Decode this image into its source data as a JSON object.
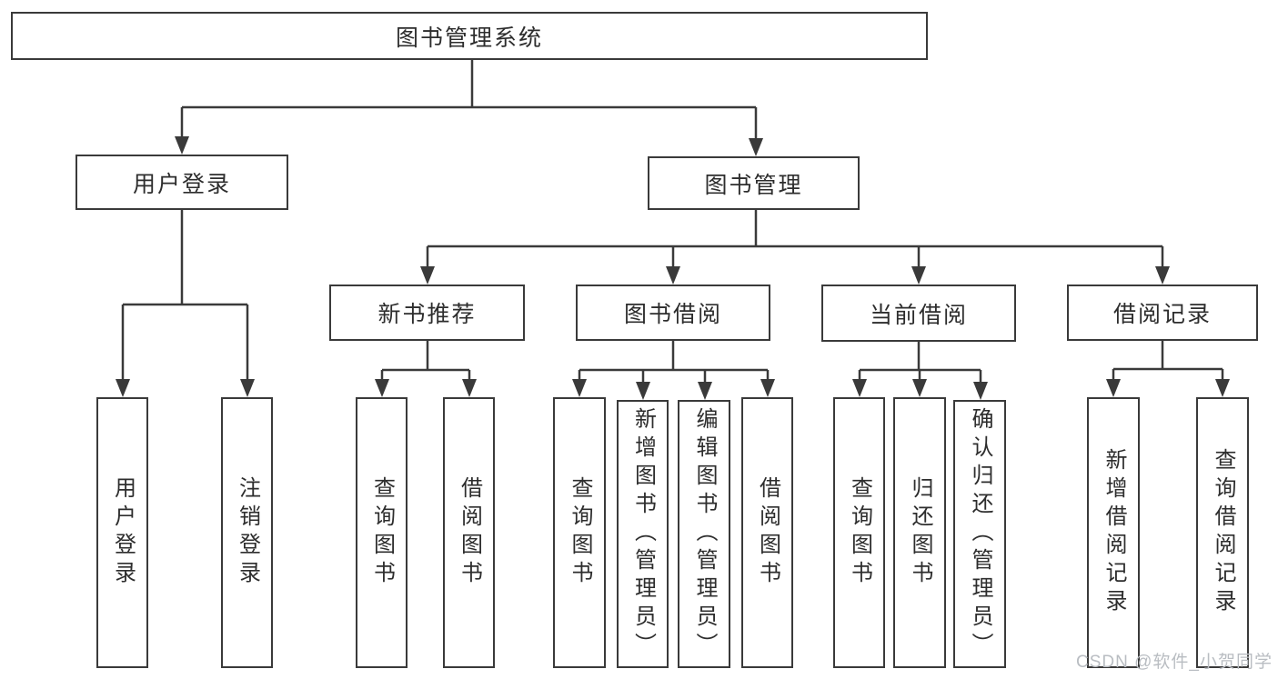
{
  "tree": {
    "root": {
      "label": "图书管理系统"
    },
    "branches": [
      {
        "label": "用户登录",
        "leaves": [
          {
            "label": "用户登录"
          },
          {
            "label": "注销登录"
          }
        ]
      },
      {
        "label": "图书管理",
        "groups": [
          {
            "label": "新书推荐",
            "leaves": [
              {
                "label": "查询图书"
              },
              {
                "label": "借阅图书"
              }
            ]
          },
          {
            "label": "图书借阅",
            "leaves": [
              {
                "label": "查询图书"
              },
              {
                "label": "新增图书（管理员）"
              },
              {
                "label": "编辑图书（管理员）"
              },
              {
                "label": "借阅图书"
              }
            ]
          },
          {
            "label": "当前借阅",
            "leaves": [
              {
                "label": "查询图书"
              },
              {
                "label": "归还图书"
              },
              {
                "label": "确认归还（管理员）"
              }
            ]
          },
          {
            "label": "借阅记录",
            "leaves": [
              {
                "label": "新增借阅记录"
              },
              {
                "label": "查询借阅记录"
              }
            ]
          }
        ]
      }
    ]
  },
  "watermark": {
    "text": "CSDN @软件_小贺同学"
  },
  "colors": {
    "line": "#3a3a3a",
    "box_border": "#3a3a3a",
    "box_fill": "#ffffff",
    "text": "#2d2d2d",
    "watermark": "#b9bdc2"
  }
}
